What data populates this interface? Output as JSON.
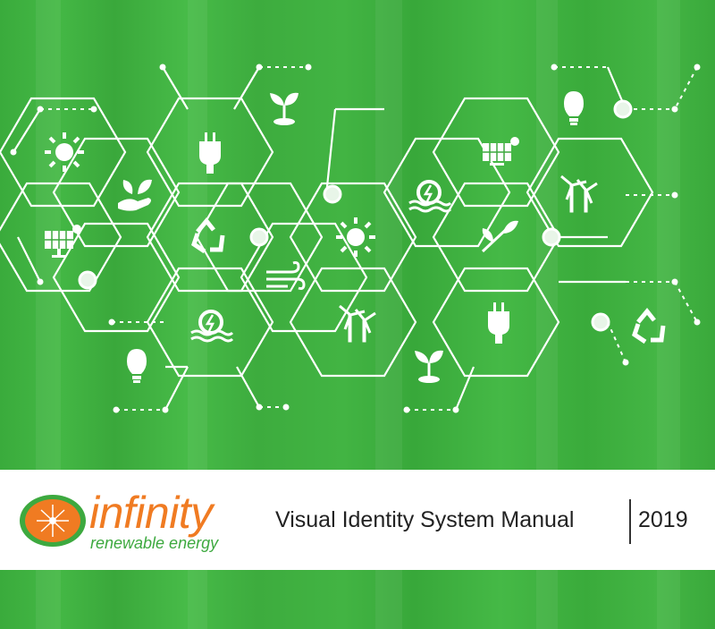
{
  "brand": {
    "name": "infinity",
    "tagline": "renewable energy",
    "orange": "#f07b22",
    "green": "#3da93f"
  },
  "document": {
    "title": "Visual Identity System Manual",
    "year": "2019"
  },
  "background": {
    "color": "#41b243",
    "icons": [
      "sun-icon",
      "solar-panel-icon",
      "plug-icon",
      "seedling-icon",
      "hand-leaf-icon",
      "recycle-icon",
      "wind-icon",
      "wind-turbine-icon",
      "hydro-power-icon",
      "leaf-branch-icon",
      "light-bulb-icon"
    ]
  }
}
